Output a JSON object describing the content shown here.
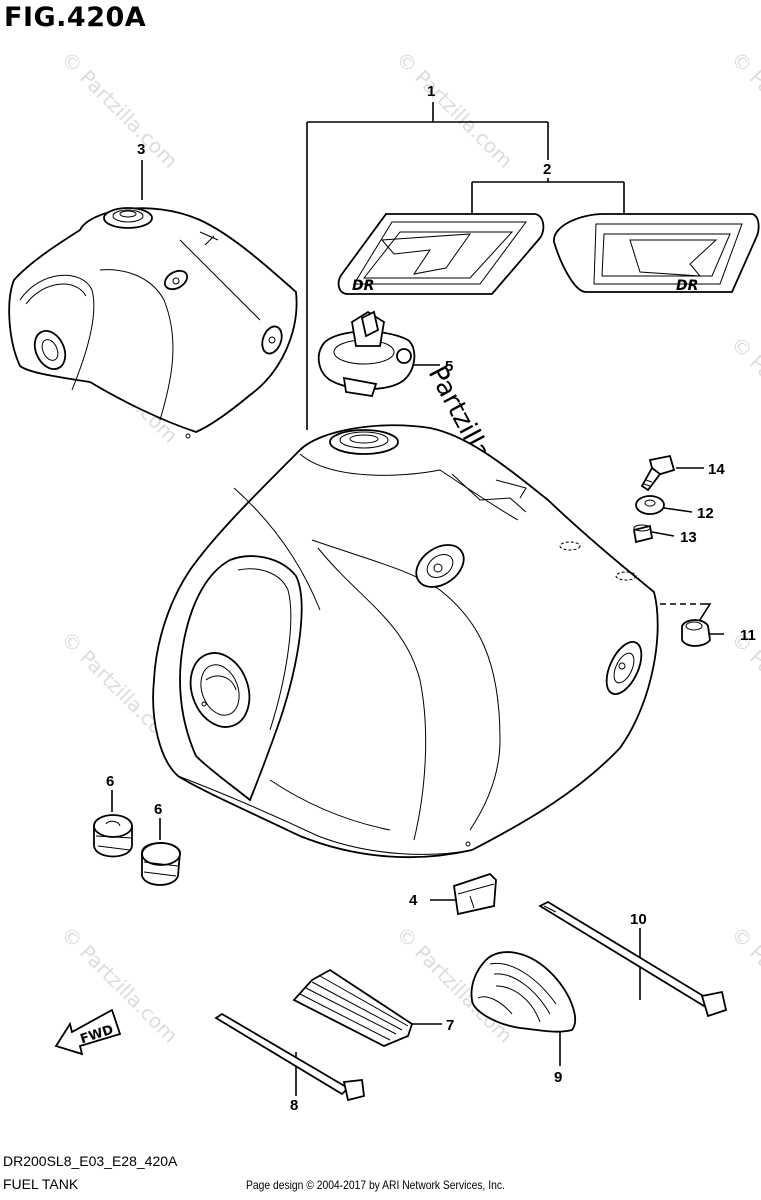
{
  "figure": {
    "title": "FIG.420A",
    "model_code": "DR200SL8_E03_E28_420A",
    "section_name": "FUEL TANK",
    "copyright": "Page design © 2004-2017 by ARI Network Services, Inc."
  },
  "watermark": {
    "text": "© Partzilla.com",
    "main_text": "Partzilla.com"
  },
  "callouts": {
    "c1": "1",
    "c2": "2",
    "c3": "3",
    "c4": "4",
    "c5": "5",
    "c6a": "6",
    "c6b": "6",
    "c7": "7",
    "c8": "8",
    "c9": "9",
    "c10": "10",
    "c11": "11",
    "c12": "12",
    "c13": "13",
    "c14": "14"
  },
  "decal": {
    "logo_text": "DR"
  },
  "fwd_arrow": {
    "label": "FWD"
  }
}
